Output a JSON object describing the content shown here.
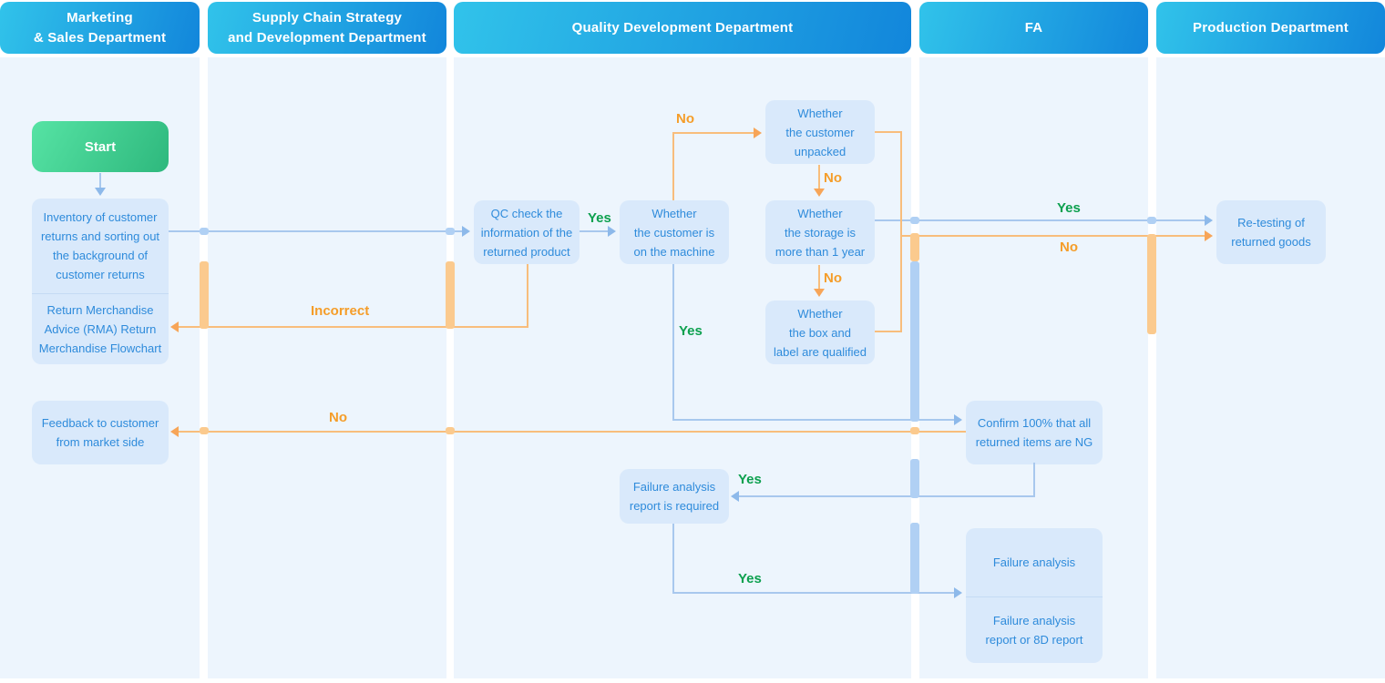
{
  "lanes": [
    {
      "label": "Marketing\n& Sales Department"
    },
    {
      "label": "Supply Chain Strategy\nand Development Department"
    },
    {
      "label": "Quality Development Department"
    },
    {
      "label": "FA"
    },
    {
      "label": "Production Department"
    }
  ],
  "nodes": {
    "start": "Start",
    "inventory": "Inventory of customer\nreturns and sorting out\nthe background of\ncustomer returns",
    "rma": "Return Merchandise\nAdvice (RMA) Return\nMerchandise Flowchart",
    "feedback": "Feedback to customer\nfrom market side",
    "qc": "QC check the\ninformation of the\nreturned product",
    "machine": "Whether\nthe customer is\non the machine",
    "unpacked": "Whether\nthe customer\nunpacked",
    "storage": "Whether\nthe storage is\nmore than 1 year",
    "box_label": "Whether\nthe box and\nlabel are qualified",
    "confirm": "Confirm 100% that all\nreturned items are NG",
    "report_required": "Failure analysis\nreport is required",
    "failure_analysis": "Failure analysis",
    "failure_report": "Failure analysis\nreport or 8D report",
    "retest": "Re-testing of\nreturned goods"
  },
  "edge_labels": {
    "yes_qc_machine": "Yes",
    "yes_storage_retest": "Yes",
    "yes_machine_confirm": "Yes",
    "yes_confirm_required": "Yes",
    "yes_required_failure": "Yes",
    "no_machine_unpacked": "No",
    "no_unpacked_storage": "No",
    "no_storage_boxlabel": "No",
    "no_branch_retest": "No",
    "no_confirm_feedback": "No",
    "incorrect_qc_rma": "Incorrect"
  },
  "colors": {
    "header_gradient_start": "#31c3ea",
    "header_gradient_end": "#1286db",
    "start_gradient_start": "#56e3a4",
    "start_gradient_end": "#2eb87d",
    "lane_bg": "#edf5fd",
    "node_bg": "#d9e9fb",
    "node_text": "#2e8bdb",
    "line_blue": "#a8c8ee",
    "line_orange": "#f8bd7c",
    "arrow_blue": "#8db9ea",
    "arrow_orange": "#f7a558",
    "bar_blue": "#b0d0f4",
    "bar_orange": "#fbca8e",
    "label_yes": "#0ca04e",
    "label_no": "#f59d29",
    "divider": "#c5dbf4",
    "header_text": "#ffffff"
  }
}
